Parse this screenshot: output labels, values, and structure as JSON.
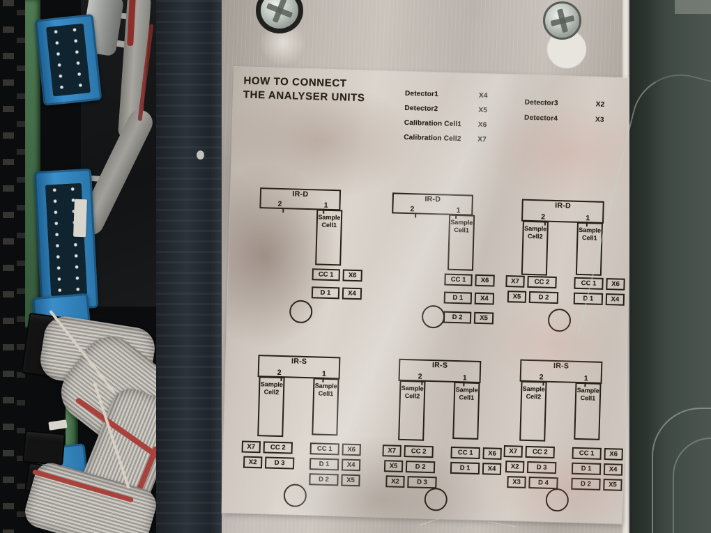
{
  "colors": {
    "label_ink": "#262017",
    "connector_blue": "#2f85c2",
    "ribbon_red_stripe": "#a8423c",
    "pcb_green": "#47784d",
    "panel_metal": "#beb7b0",
    "cabinet_wall": "#46504b"
  },
  "label": {
    "title_line1": "HOW TO CONNECT",
    "title_line2": "THE ANALYSER UNITS",
    "legend_col1": [
      {
        "name": "Detector1",
        "conn": "X4"
      },
      {
        "name": "Detector2",
        "conn": "X5"
      },
      {
        "name": "Calibration Cell1",
        "conn": "X6"
      },
      {
        "name": "Calibration Cell2",
        "conn": "X7"
      }
    ],
    "legend_col2": [
      {
        "name": "Detector3",
        "conn": "X2"
      },
      {
        "name": "Detector4",
        "conn": "X3"
      }
    ],
    "units": [
      {
        "type": "single",
        "title": "IR-D",
        "port_left": "2",
        "port_right": "1",
        "cells": {
          "right": "Sample Cell1"
        },
        "right_rows": [
          [
            "CC 1",
            "X6"
          ],
          [
            "D 1",
            "X4"
          ]
        ]
      },
      {
        "type": "single",
        "title": "IR-D",
        "port_left": "2",
        "port_right": "1",
        "cells": {
          "right": "Sample Cell1"
        },
        "right_rows": [
          [
            "CC 1",
            "X6"
          ],
          [
            "D 1",
            "X4"
          ],
          [
            "D 2",
            "X5"
          ]
        ]
      },
      {
        "type": "dual",
        "title": "IR-D",
        "port_left": "2",
        "port_right": "1",
        "cells": {
          "left": "Sample Cell2",
          "right": "Sample Cell1"
        },
        "left_rows": [
          [
            "X7",
            "CC 2"
          ],
          [
            "X5",
            "D 2"
          ]
        ],
        "right_rows": [
          [
            "CC 1",
            "X6"
          ],
          [
            "D 1",
            "X4"
          ]
        ]
      },
      {
        "type": "dual",
        "title": "IR-S",
        "port_left": "2",
        "port_right": "1",
        "cells": {
          "left": "Sample Cell2",
          "right": "Sample Cell1"
        },
        "left_rows": [
          [
            "X7",
            "CC 2"
          ],
          [
            "X2",
            "D 3"
          ]
        ],
        "right_rows": [
          [
            "CC 1",
            "X6"
          ],
          [
            "D 1",
            "X4"
          ],
          [
            "D 2",
            "X5"
          ]
        ]
      },
      {
        "type": "dual",
        "title": "IR-S",
        "port_left": "2",
        "port_right": "1",
        "cells": {
          "left": "Sample Cell2",
          "right": "Sample Cell1"
        },
        "left_rows": [
          [
            "X7",
            "CC 2"
          ],
          [
            "X5",
            "D 2"
          ],
          [
            "X2",
            "D 3"
          ]
        ],
        "right_rows": [
          [
            "CC 1",
            "X6"
          ],
          [
            "D 1",
            "X4"
          ]
        ]
      },
      {
        "type": "dual",
        "title": "IR-S",
        "port_left": "2",
        "port_right": "1",
        "cells": {
          "left": "Sample Cell2",
          "right": "Sample Cell1"
        },
        "left_rows": [
          [
            "X7",
            "CC 2"
          ],
          [
            "X2",
            "D 3"
          ],
          [
            "X3",
            "D 4"
          ]
        ],
        "right_rows": [
          [
            "CC 1",
            "X6"
          ],
          [
            "D 1",
            "X4"
          ],
          [
            "D 2",
            "X5"
          ]
        ]
      }
    ]
  }
}
